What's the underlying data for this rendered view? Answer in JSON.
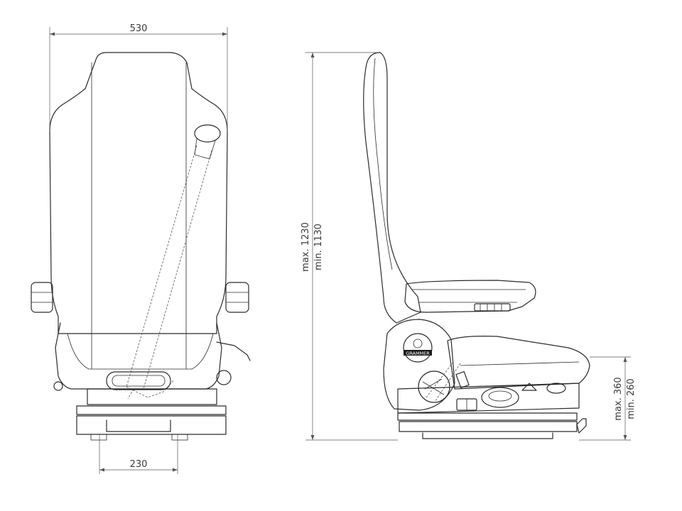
{
  "dimensions": {
    "width_top": "530",
    "width_bottom": "230",
    "height_max": "max. 1230",
    "height_min": "min. 1130",
    "seat_height_max": "max. 360",
    "seat_height_min": "min. 260"
  },
  "logo": {
    "text": "GRAMMER"
  }
}
